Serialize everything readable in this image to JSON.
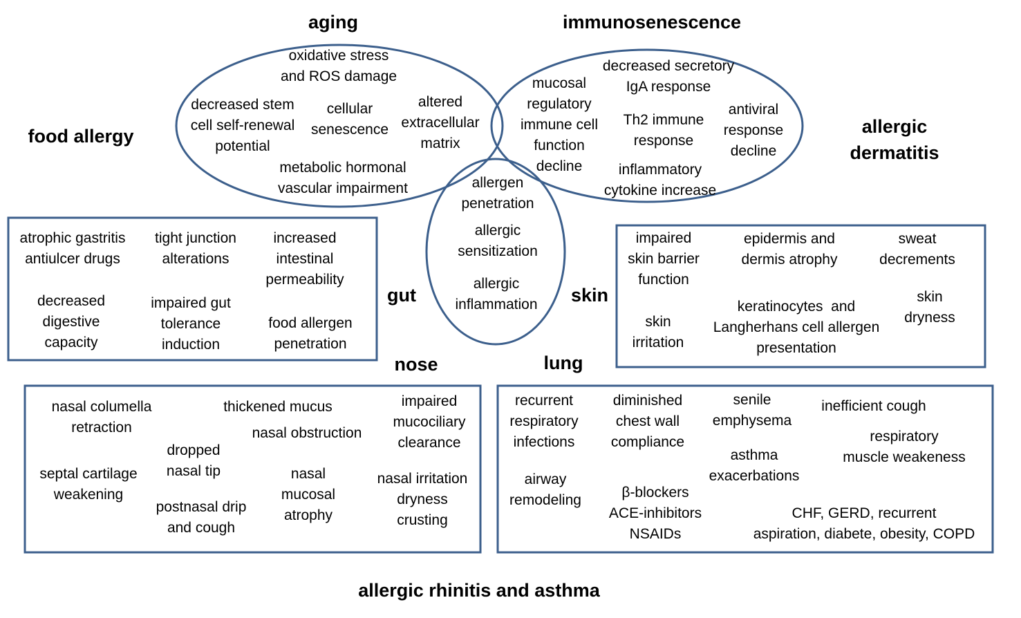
{
  "headings": {
    "aging": "aging",
    "immunosenescence": "immunosenescence",
    "food_allergy": "food allergy",
    "allergic_dermatitis": "allergic\ndermatitis",
    "gut": "gut",
    "skin": "skin",
    "nose": "nose",
    "lung": "lung",
    "rhinitis_asthma": "allergic rhinitis and asthma"
  },
  "aging": {
    "oxidative": "oxidative stress\nand ROS damage",
    "stem": "decreased stem\ncell self-renewal\npotential",
    "senescence": "cellular\nsenescence",
    "ecm": "altered\nextracellular\nmatrix",
    "metabolic": "metabolic hormonal\nvascular impairment"
  },
  "immuno": {
    "mucosal": "mucosal\nregulatory\nimmune cell\nfunction\ndecline",
    "iga": "decreased secretory\nIgA response",
    "th2": "Th2 immune\nresponse",
    "antiviral": "antiviral\nresponse\ndecline",
    "cytokine": "inflammatory\ncytokine increase"
  },
  "center": {
    "penetration": "allergen\npenetration",
    "sensitization": "allergic\nsensitization",
    "inflammation": "allergic\ninflammation"
  },
  "gut": {
    "gastritis": "atrophic gastritis\nantiulcer drugs",
    "tight": "tight junction\nalterations",
    "permeability": "increased\nintestinal\npermeability",
    "digestive": "decreased\ndigestive\ncapacity",
    "tolerance": "impaired gut\ntolerance\ninduction",
    "food_pen": "food allergen\npenetration"
  },
  "skin": {
    "barrier": "impaired\nskin barrier\nfunction",
    "atrophy": "epidermis and\ndermis atrophy",
    "sweat": "sweat\ndecrements",
    "irritation": "skin\nirritation",
    "keratinocytes": "keratinocytes  and\nLangherhans cell allergen\npresentation",
    "dryness": "skin\ndryness"
  },
  "nose": {
    "columella": "nasal columella\nretraction",
    "mucus": "thickened mucus",
    "mucociliary": "impaired\nmucociliary\nclearance",
    "obstruction": "nasal obstruction",
    "tip": "dropped\nnasal tip",
    "septal": "septal cartilage\nweakening",
    "mucosal_atrophy": "nasal\nmucosal\natrophy",
    "irritation": "nasal irritation\ndryness\ncrusting",
    "postnasal": "postnasal drip\nand cough"
  },
  "lung": {
    "infections": "recurrent\nrespiratory\ninfections",
    "chest": "diminished\nchest wall\ncompliance",
    "emphysema": "senile\nemphysema",
    "cough": "inefficient cough",
    "muscle": "respiratory\nmuscle weakeness",
    "asthma": "asthma\nexacerbations",
    "remodeling": "airway\nremodeling",
    "drugs": "β-blockers\nACE-inhibitors\nNSAIDs",
    "comorbid": "CHF, GERD, recurrent\naspiration, diabete, obesity, COPD"
  },
  "colors": {
    "stroke": "#3c5f8c"
  }
}
